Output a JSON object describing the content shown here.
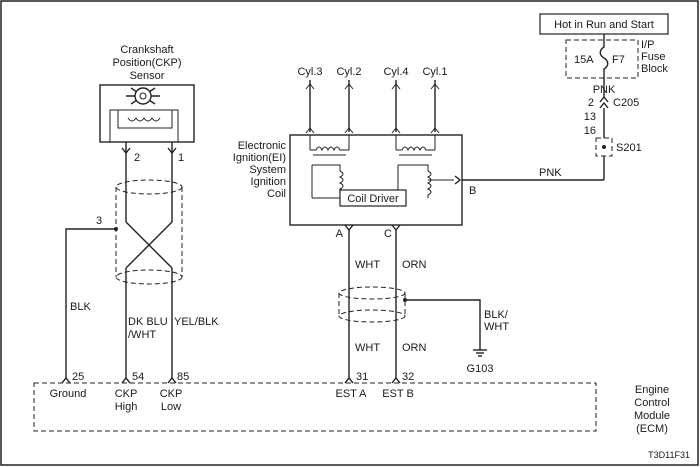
{
  "power": {
    "label": "Hot in Run and Start"
  },
  "fuse_block": {
    "name_line1": "I/P",
    "name_line2": "Fuse",
    "name_line3": "Block",
    "rating": "15A",
    "fuse_id": "F7"
  },
  "wire_pnk_top": "PNK",
  "connector_c205": {
    "pin_top": "2",
    "name": "C205",
    "pin_bottom": "13"
  },
  "splice": {
    "pin": "16",
    "name": "S201"
  },
  "wire_pnk_b": "PNK",
  "ckp_sensor": {
    "line1": "Crankshaft",
    "line2": "Position(CKP)",
    "line3": "Sensor",
    "pin_left": "2",
    "pin_right": "1"
  },
  "shield_ckp": {
    "ground_pin": "3"
  },
  "wires_ckp": {
    "ground": "BLK",
    "high_line1": "DK BLU",
    "high_line2": "/WHT",
    "low": "YEL/BLK"
  },
  "ignition_coil": {
    "line1": "Electronic",
    "line2": "Ignition(EI)",
    "line3": "System",
    "line4": "Ignition",
    "line5": "Coil",
    "driver": "Coil Driver",
    "pin_a": "A",
    "pin_b": "B",
    "pin_c": "C"
  },
  "cylinders": [
    "Cyl.3",
    "Cyl.2",
    "Cyl.4",
    "Cyl.1"
  ],
  "wires_est": {
    "a_top": "WHT",
    "c_top": "ORN",
    "a_bottom": "WHT",
    "c_bottom": "ORN",
    "drain_line1": "BLK/",
    "drain_line2": "WHT"
  },
  "ground_ref": "G103",
  "ecm": {
    "line1": "Engine",
    "line2": "Control",
    "line3": "Module",
    "line4": "(ECM)",
    "pins": [
      {
        "num": "25",
        "label1": "Ground",
        "label2": ""
      },
      {
        "num": "54",
        "label1": "CKP",
        "label2": "High"
      },
      {
        "num": "85",
        "label1": "CKP",
        "label2": "Low"
      },
      {
        "num": "31",
        "label1": "EST A",
        "label2": ""
      },
      {
        "num": "32",
        "label1": "EST B",
        "label2": ""
      }
    ]
  },
  "figure_code": "T3D11F31"
}
